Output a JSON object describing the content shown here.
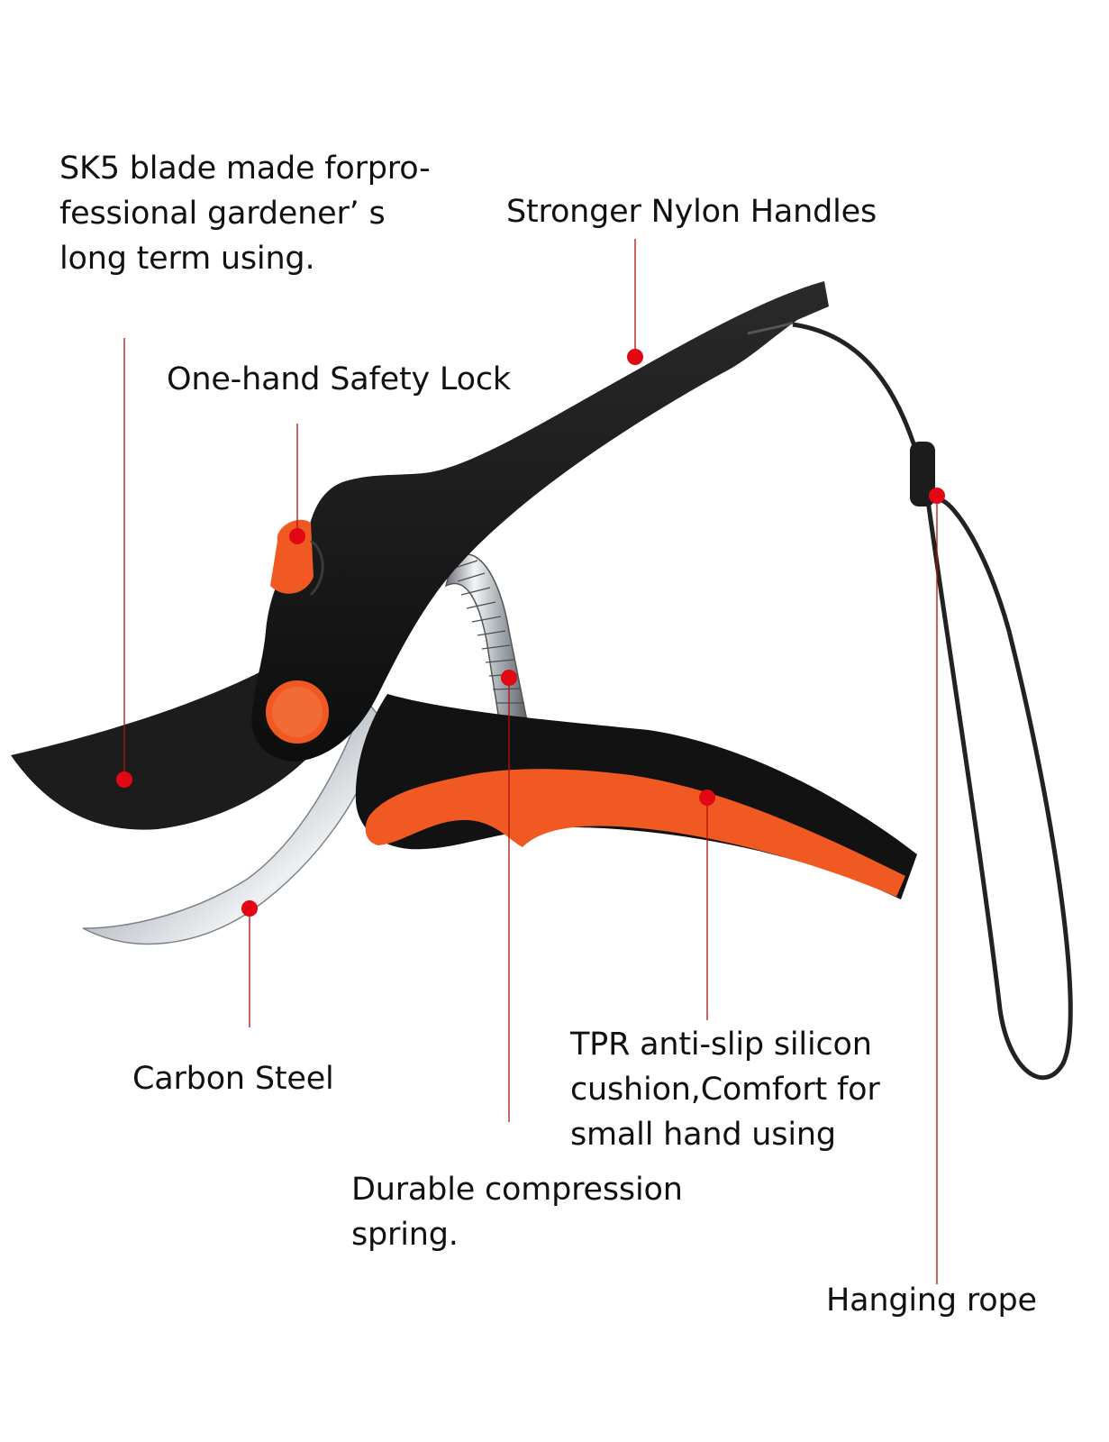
{
  "callouts": {
    "blade": "SK5 blade made forpro-\nfessional gardener’ s\nlong term using.",
    "handles": "Stronger Nylon Handles",
    "lock": "One-hand Safety Lock",
    "carbon": "Carbon Steel",
    "tpr": "TPR anti-slip silicon\ncushion,Comfort for\nsmall hand using",
    "spring": "Durable compression\nspring.",
    "rope": "Hanging rope"
  },
  "colors": {
    "accent_orange": "#f05a22",
    "handle_black": "#1a1a1a",
    "callout_dot": "#e30613",
    "leader_line": "#b01010",
    "steel": "#c9ced3"
  },
  "product": {
    "icon": "pruning-shears-icon"
  }
}
